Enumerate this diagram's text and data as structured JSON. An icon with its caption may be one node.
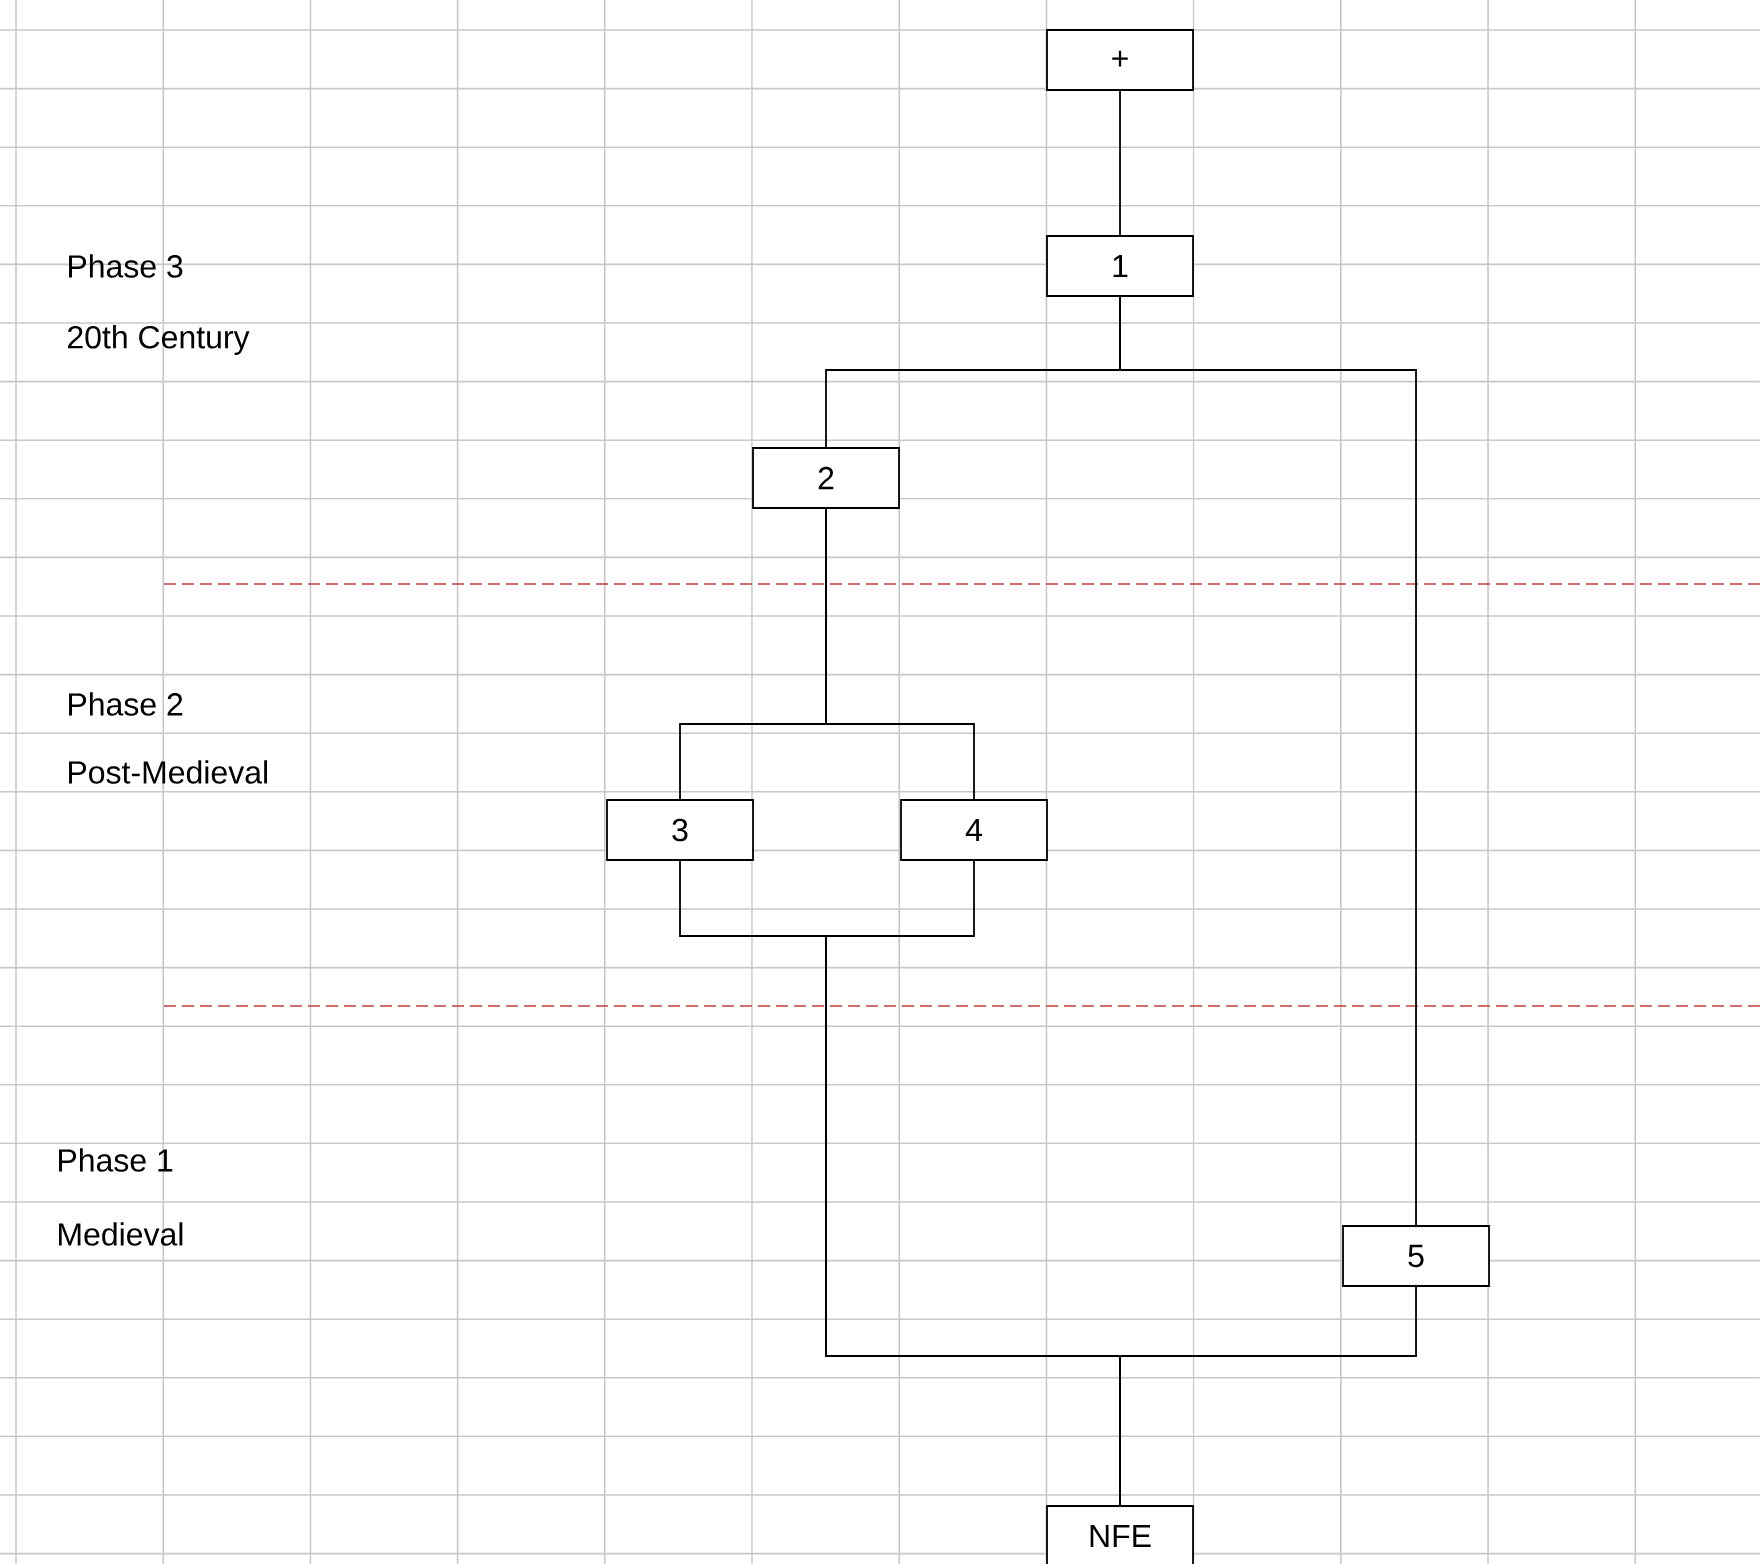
{
  "diagram": {
    "nodes": [
      {
        "text": [
          "+"
        ]
      },
      {
        "text": [
          "1"
        ]
      },
      {
        "text": [
          "2"
        ]
      },
      {
        "text": [
          "3"
        ]
      },
      {
        "text": [
          "4"
        ]
      },
      {
        "text": [
          "5"
        ]
      },
      {
        "text": [
          "NFE"
        ]
      }
    ],
    "edges": [
      {
        "from": 0,
        "to": 1,
        "arrow": "none"
      },
      {
        "from": 1,
        "to": 2,
        "arrow": "none"
      },
      {
        "from": 1,
        "to": 5,
        "arrow": "none"
      },
      {
        "from": 2,
        "to": 3,
        "arrow": "none"
      },
      {
        "from": 2,
        "to": 4,
        "arrow": "none"
      },
      {
        "from": 3,
        "to": 6,
        "arrow": "none"
      },
      {
        "from": 4,
        "to": 6,
        "arrow": "none"
      },
      {
        "from": 5,
        "to": 6,
        "arrow": "none"
      }
    ],
    "labels": [
      "Phase 3",
      "20th Century",
      "Phase 2",
      "Post-Medieval",
      "Phase 1",
      "Medieval"
    ]
  }
}
